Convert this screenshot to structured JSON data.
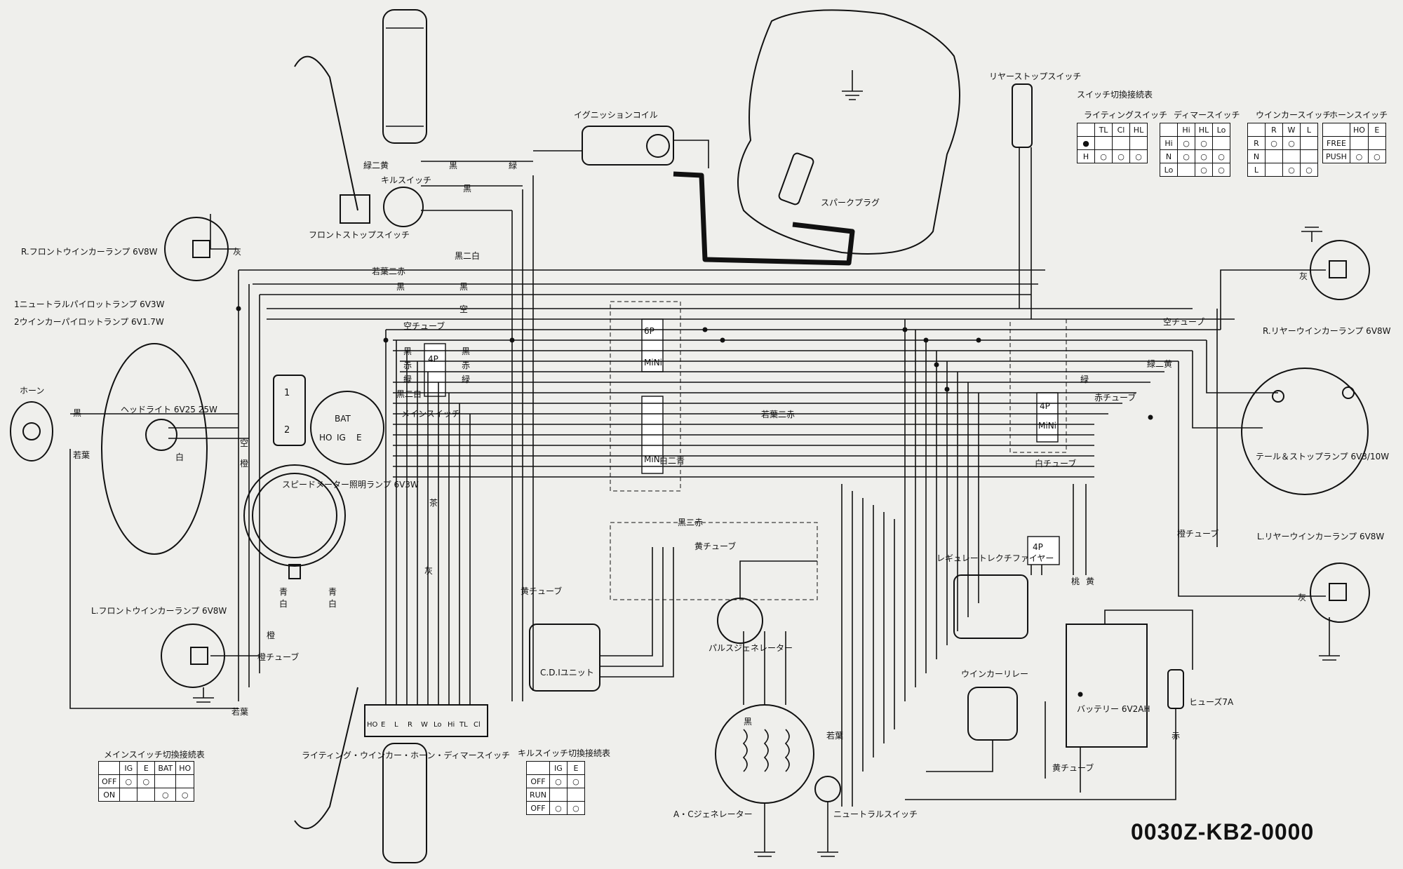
{
  "part_number": "0030Z-KB2-0000",
  "labels": {
    "ignition_coil": "イグニッションコイル",
    "rear_stop_switch": "リヤーストップスイッチ",
    "switch_table_title": "スイッチ切換接続表",
    "kill_switch": "キルスイッチ",
    "front_stop_switch": "フロントストップスイッチ",
    "spark_plug": "スパークプラグ",
    "r_front_winker": "R.フロントウインカーランプ 6V8W",
    "neutral_pilot": "1ニュートラルパイロットランプ 6V3W",
    "winker_pilot": "2ウインカーパイロットランプ 6V1.7W",
    "horn": "ホーン",
    "headlight": "ヘッドライト 6V25 25W",
    "main_switch": "メインスイッチ",
    "speedometer_lamp": "スピードメーター照明ランプ 6V3W",
    "l_front_winker": "L.フロントウインカーランプ 6V8W",
    "handle_switch": "ライティング・ウインカー・ホーン・ディマースイッチ",
    "main_switch_table": "メインスイッチ切換接続表",
    "kill_switch_table": "キルスイッチ切換接続表",
    "cdi_unit": "C.D.Iユニット",
    "pulse_generator": "パルスジェネレーター",
    "ac_generator": "A・Cジェネレーター",
    "neutral_switch": "ニュートラルスイッチ",
    "winker_relay": "ウインカーリレー",
    "battery": "バッテリー 6V2AH",
    "fuse": "ヒューズ7A",
    "regulator_rectifier": "レギュレートレクチファイヤー",
    "r_rear_winker": "R.リヤーウインカーランプ 6V8W",
    "tail_stop_lamp": "テール＆ストップランプ 6V3/10W",
    "l_rear_winker": "L.リヤーウインカーランプ 6V8W",
    "sky_tube_1": "空チューブ",
    "sky_tube_2": "空チューブ",
    "orange_tube_1": "橙チューブ",
    "orange_tube_2": "橙チューブ",
    "yellow_tube_1": "黄チューブ",
    "yellow_tube_2": "黄チューブ",
    "yellow_tube_3": "黄チューブ",
    "red_tube": "赤チューブ",
    "white_tube": "白チューブ",
    "conn_4p_1": "4P",
    "conn_6p": "6P",
    "conn_4p_2": "4P",
    "conn_4p_3": "4P",
    "mini_1": "MiNi",
    "mini_2": "MiNi",
    "mini_3": "MiNi"
  },
  "wire_labels": [
    "緑二黄",
    "黒",
    "緑",
    "緑二黄",
    "黒",
    "黒二白",
    "若葉二赤",
    "黒",
    "黒",
    "灰",
    "空",
    "黒",
    "赤",
    "緑",
    "黒二白",
    "若葉二赤",
    "黒",
    "赤",
    "緑",
    "空",
    "若葉",
    "茶",
    "橙",
    "白",
    "灰",
    "黒",
    "青",
    "白",
    "橙",
    "若葉",
    "灰",
    "桃",
    "黄",
    "赤",
    "緑",
    "灰",
    "青",
    "白",
    "黒",
    "若葉",
    "黒二赤",
    "白二青"
  ],
  "headlamp_pins": [
    "1",
    "2"
  ],
  "main_switch_pins": [
    "BAT",
    "IG",
    "E",
    "HO"
  ],
  "handle_switch_pins": [
    "HO",
    "E",
    "L",
    "R",
    "W",
    "Lo",
    "Hi",
    "TL",
    "Cl"
  ],
  "tables": {
    "lighting": {
      "title": "ライティングスイッチ",
      "headers": [
        "",
        "TL",
        "Cl",
        "HL"
      ],
      "rows": [
        [
          "●",
          "",
          "",
          ""
        ],
        [
          "H",
          "○",
          "○",
          "○"
        ]
      ]
    },
    "dimmer": {
      "title": "ディマースイッチ",
      "headers": [
        "",
        "Hi",
        "HL",
        "Lo"
      ],
      "rows": [
        [
          "Hi",
          "○",
          "○",
          ""
        ],
        [
          "N",
          "○",
          "○",
          "○"
        ],
        [
          "Lo",
          "",
          "○",
          "○"
        ]
      ]
    },
    "winker": {
      "title": "ウインカースイッチ",
      "headers": [
        "",
        "R",
        "W",
        "L"
      ],
      "rows": [
        [
          "R",
          "○",
          "○",
          ""
        ],
        [
          "N",
          "",
          "",
          ""
        ],
        [
          "L",
          "",
          "○",
          "○"
        ]
      ]
    },
    "horn": {
      "title": "ホーンスイッチ",
      "headers": [
        "",
        "HO",
        "E"
      ],
      "rows": [
        [
          "FREE",
          "",
          ""
        ],
        [
          "PUSH",
          "○",
          "○"
        ]
      ]
    },
    "main_switch": {
      "headers": [
        "",
        "IG",
        "E",
        "BAT",
        "HO"
      ],
      "rows": [
        [
          "OFF",
          "○",
          "○",
          "",
          ""
        ],
        [
          "ON",
          "",
          "",
          "○",
          "○"
        ]
      ]
    },
    "kill_switch": {
      "headers": [
        "",
        "IG",
        "E"
      ],
      "rows": [
        [
          "OFF",
          "○",
          "○"
        ],
        [
          "RUN",
          "",
          ""
        ],
        [
          "OFF",
          "○",
          "○"
        ]
      ]
    }
  }
}
